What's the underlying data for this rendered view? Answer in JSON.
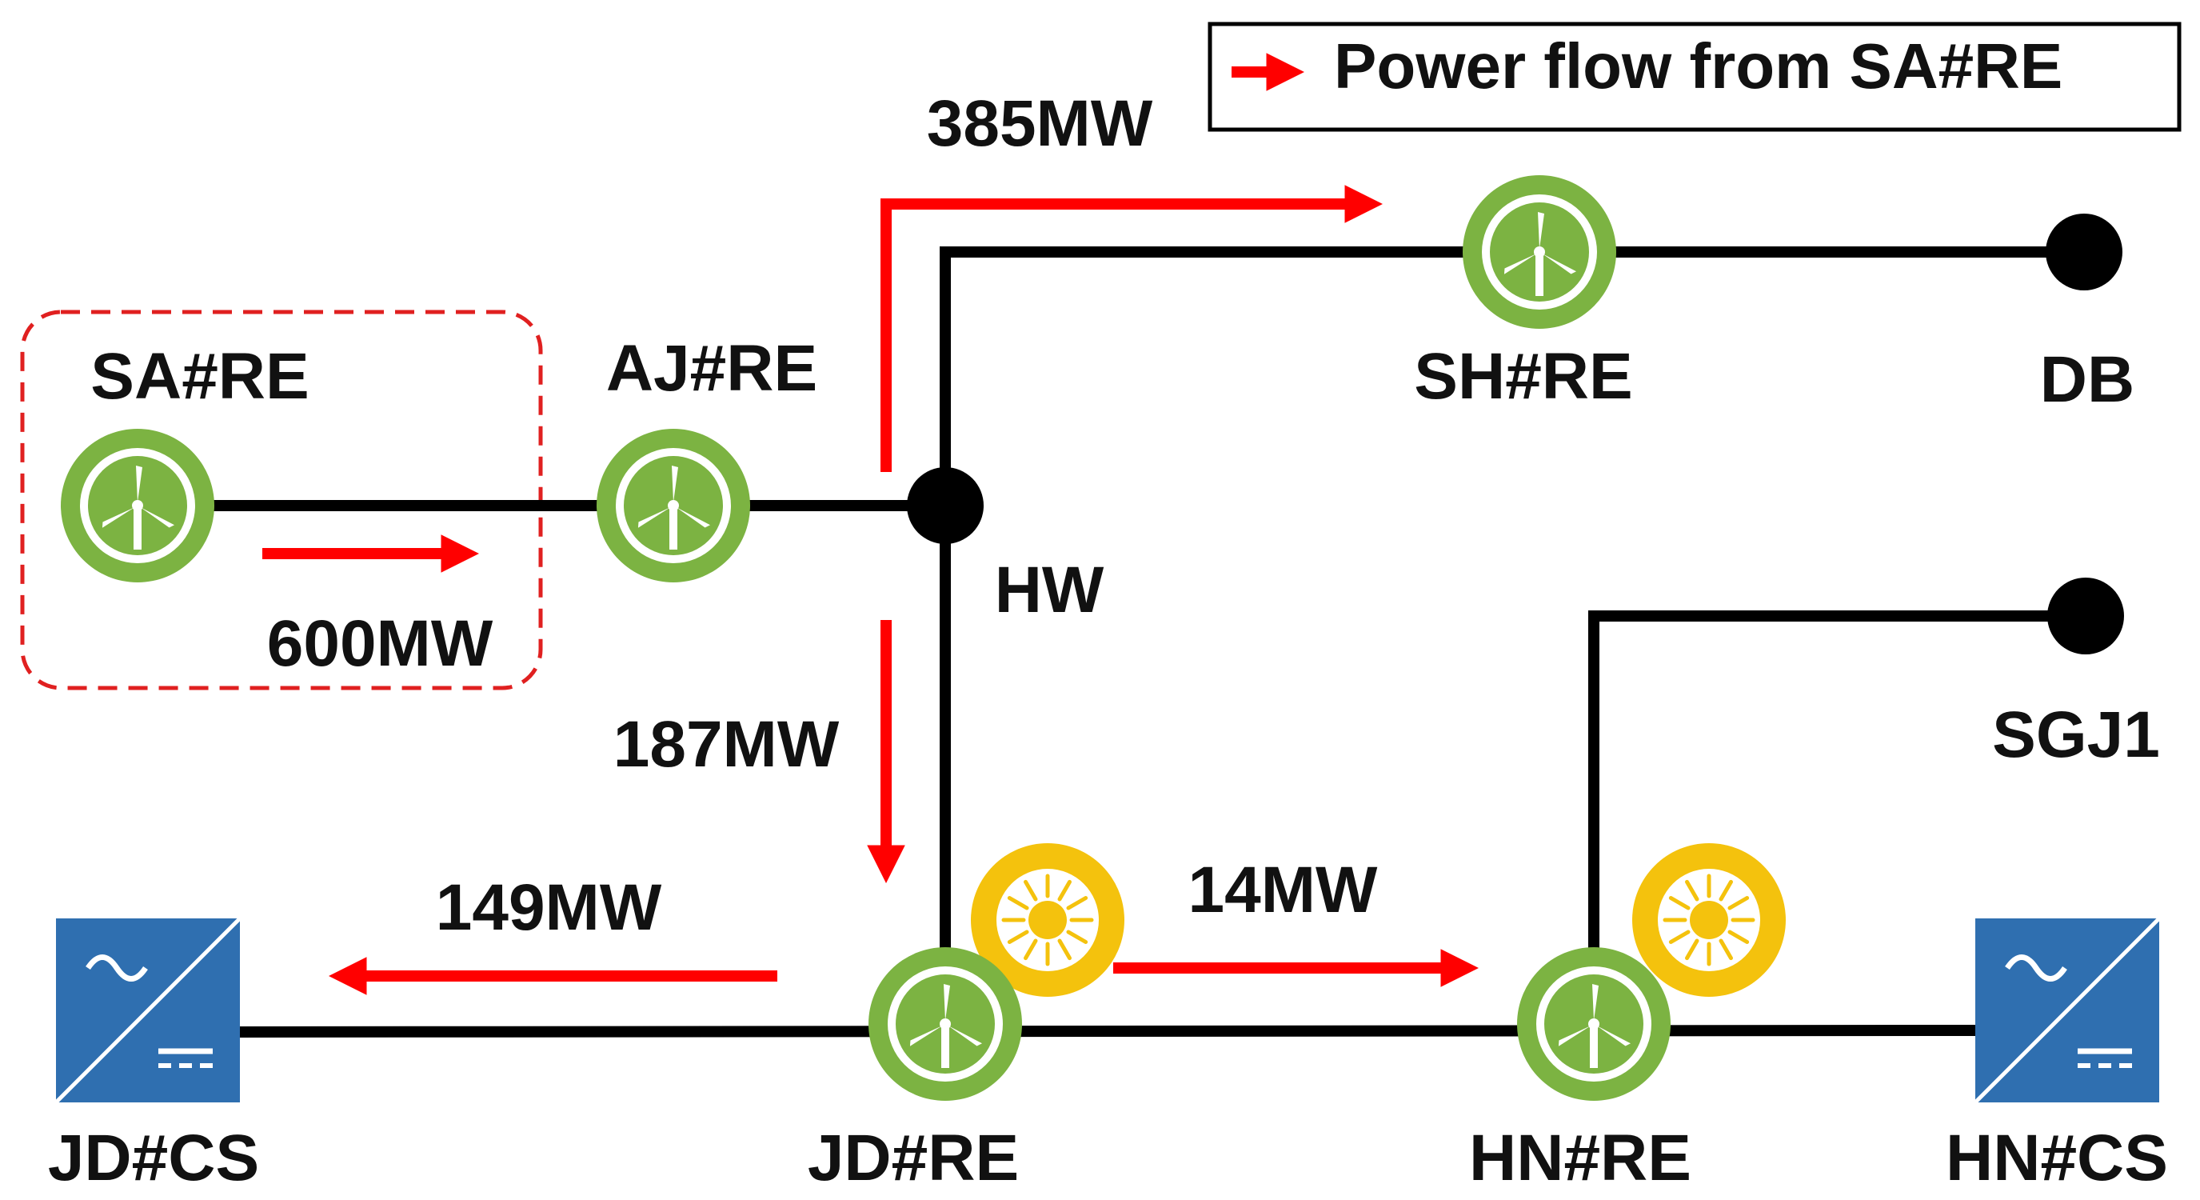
{
  "legend": {
    "text": "Power flow from SA#RE"
  },
  "nodes": {
    "sa_re": "SA#RE",
    "aj_re": "AJ#RE",
    "hw": "HW",
    "sh_re": "SH#RE",
    "db": "DB",
    "sgj1": "SGJ1",
    "jd_cs": "JD#CS",
    "jd_re": "JD#RE",
    "hn_re": "HN#RE",
    "hn_cs": "HN#CS"
  },
  "flows": {
    "sa_to_aj": "600MW",
    "hw_to_sh": "385MW",
    "hw_to_jd": "187MW",
    "jd_to_jdcs": "149MW",
    "jd_to_hn": "14MW"
  },
  "node_types": {
    "wind": [
      "sa_re",
      "aj_re",
      "sh_re",
      "jd_re",
      "hn_re"
    ],
    "solar": [
      "jd_re",
      "hn_re"
    ],
    "converter_station": [
      "jd_cs",
      "hn_cs"
    ],
    "bus": [
      "hw",
      "db",
      "sgj1"
    ]
  },
  "colors": {
    "flow": "#ff0000",
    "wind": "#7cb342",
    "solar": "#f4c20d",
    "converter": "#2f6fb0",
    "line": "#000000"
  }
}
